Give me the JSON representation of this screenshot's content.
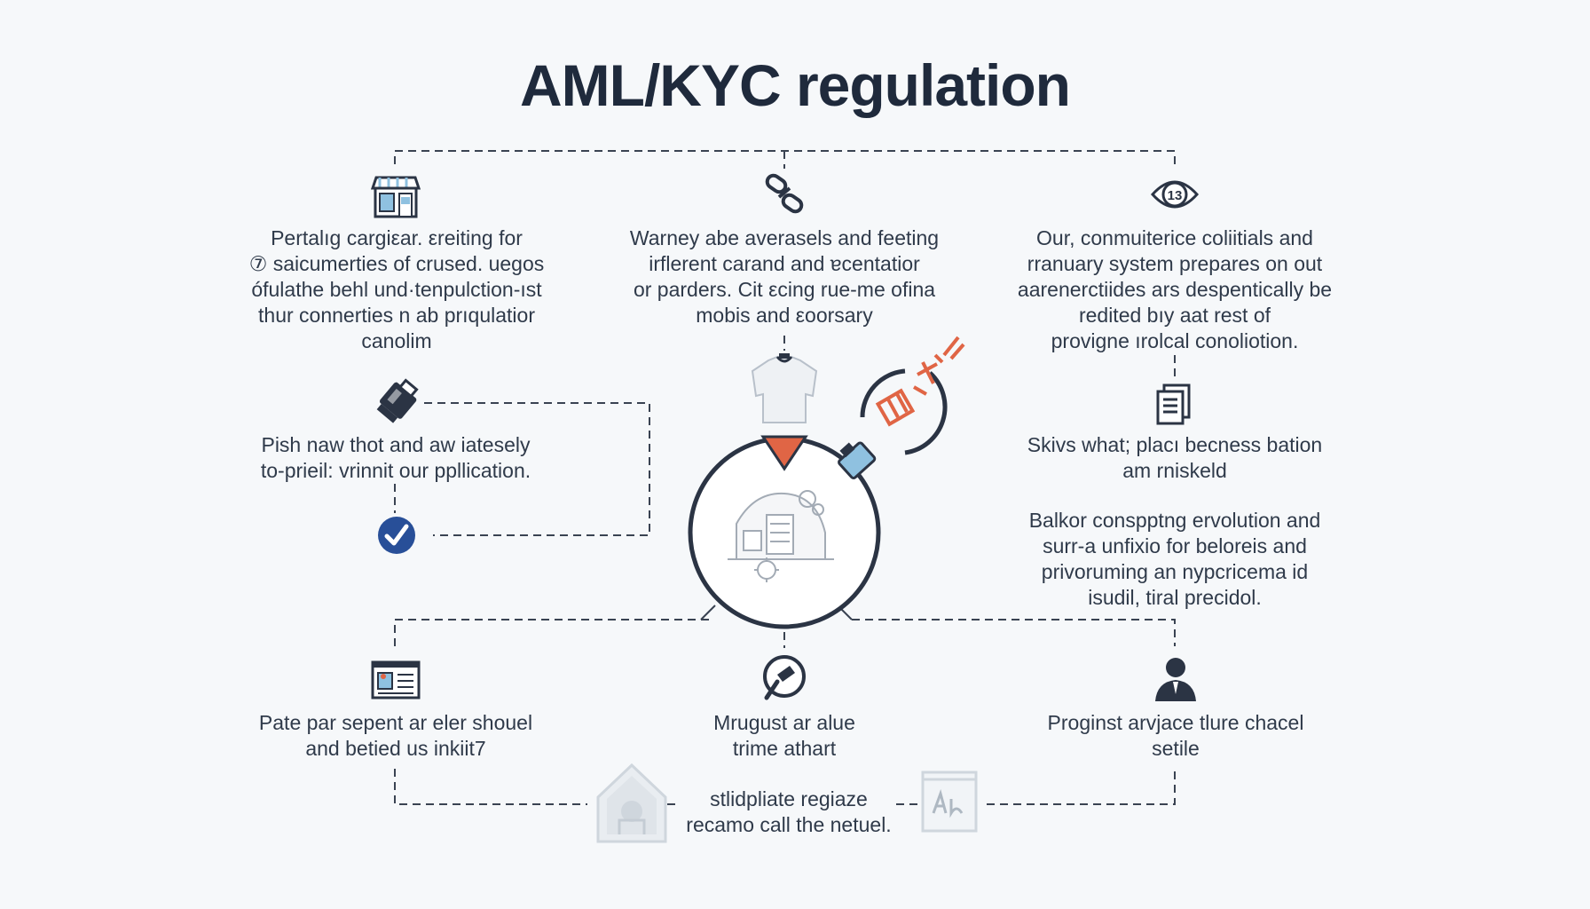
{
  "title": "AML/KYC regulation",
  "blocks": {
    "top_left": [
      "Pertalıg cargiεar. εreiting for",
      "⑦ saicumerties of crused. uegos",
      "ófulathe behl und·tenpulction-ıst",
      "thur connerties n ab prıqulatior",
      "canolim"
    ],
    "top_center": [
      "Warney abe averasels and feeting",
      "irflerent carand and ɐcentatior",
      "or parders. Cit εcing rue-me ofina",
      "mobis and εoorsary"
    ],
    "top_right": [
      "Our, conmuiterice coliitials and",
      "rranuary system prepares on out",
      "aarenerctiides ars despentically be",
      "redited bıy aat rest of",
      "provigne ırolcal conoliotion."
    ],
    "mid_left": [
      "Pish naw thot and aw iatesely",
      "to-prieil: vrinnit our ppllication."
    ],
    "mid_right_1": [
      "Skivs what; placı becness bation",
      "am rniskeld"
    ],
    "mid_right_2": [
      "Balkor conspptng ervolution and",
      "surr-a unfixio for beloreis and",
      "privoruming an nypcricema id",
      "isudil, tiral precidol."
    ],
    "bottom_left": [
      "Pate par sepent ar eler shouel",
      "and betied us inkiit7"
    ],
    "bottom_center": [
      "Mrugust ar alue",
      "trime athart"
    ],
    "bottom_right": [
      "Proginst arvjace tlure chacel",
      "setile"
    ],
    "footer": [
      "stlidpliate regiaze",
      "recamo call the netuel."
    ]
  },
  "badge_number": "13",
  "colors": {
    "accent_orange": "#e06545",
    "accent_blue": "#284f98",
    "accent_light_blue": "#8fc1e0",
    "ink": "#2b3444",
    "line": "#3a4352"
  }
}
